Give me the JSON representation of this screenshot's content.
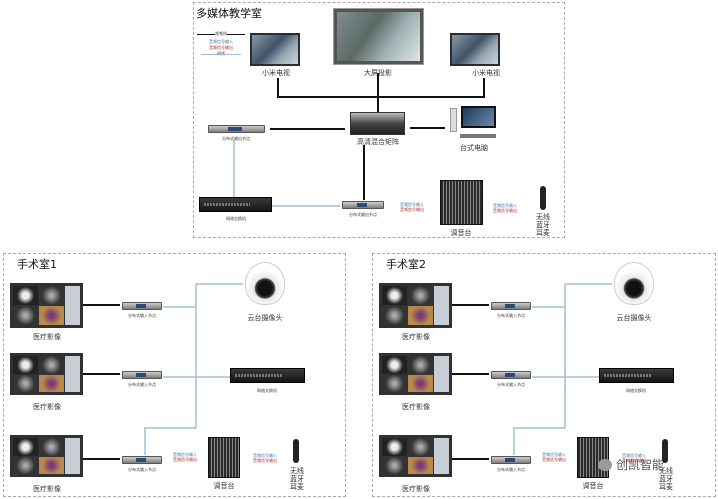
{
  "classroom": {
    "title": "多媒体教学室",
    "legend": {
      "video": "视频线",
      "audio_in": "音频信号输入",
      "audio_out": "音频信号输出",
      "network": "网线"
    },
    "tv_left": "小米电视",
    "projector": "大屏投影",
    "tv_right": "小米电视",
    "matrix": "高清混合矩阵",
    "pc": "台式电脑",
    "output_node_top": "分布式输出节点",
    "switch": "网络交换机",
    "output_node_bottom": "分布式输出节点",
    "audio_in": "音频信号输入",
    "audio_out": "音频信号输出",
    "mixer": "调音台",
    "headset": "无线蓝牙耳麦",
    "headset_audio_in": "音频信号输入",
    "headset_audio_out": "音频信号输出"
  },
  "rooms": [
    {
      "title": "手术室1",
      "monitors": [
        "医疗影像",
        "医疗影像",
        "医疗影像"
      ],
      "input_nodes": [
        "分布式输入节点",
        "分布式输入节点",
        "分布式输入节点"
      ],
      "camera": "云台摄像头",
      "switch": "网络交换机",
      "mixer": "调音台",
      "headset": "无线蓝牙耳麦",
      "audio_in": "音频信号输入",
      "audio_out": "音频信号输出"
    },
    {
      "title": "手术室2",
      "monitors": [
        "医疗影像",
        "医疗影像",
        "医疗影像"
      ],
      "input_nodes": [
        "分布式输入节点",
        "分布式输入节点",
        "分布式输入节点"
      ],
      "camera": "云台摄像头",
      "switch": "网络交换机",
      "mixer": "调音台",
      "headset": "无线蓝牙耳麦",
      "audio_in": "音频信号输入",
      "audio_out": "音频信号输出"
    }
  ],
  "watermark": "创凯智能",
  "colors": {
    "video_line": "#111111",
    "network_line": "#9fbfd3",
    "audio_in": "#7aa3c9",
    "audio_out": "#b02020"
  }
}
